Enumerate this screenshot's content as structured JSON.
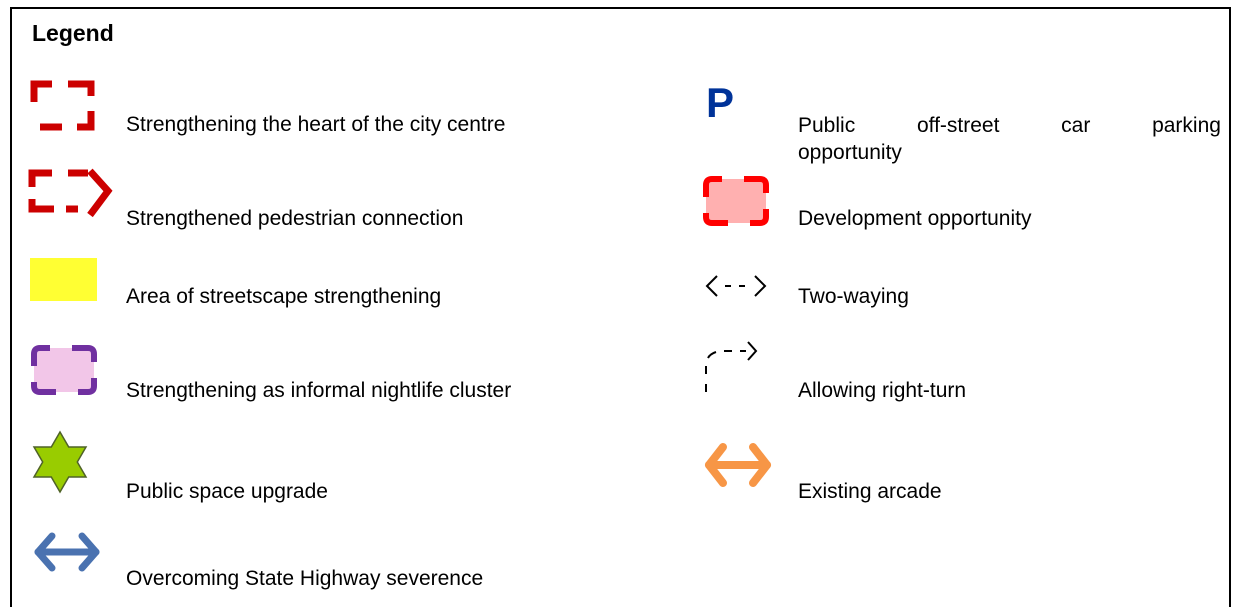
{
  "legend": {
    "title": "Legend",
    "left": [
      {
        "label": "Strengthening the heart of the city centre",
        "icon": "red-dashed-bracket-icon",
        "color": "#cc0000"
      },
      {
        "label": "Strengthened pedestrian connection",
        "icon": "red-dashed-arrow-icon",
        "color": "#cc0000"
      },
      {
        "label": "Area of streetscape strengthening",
        "icon": "yellow-square-icon",
        "color": "#ffff33"
      },
      {
        "label": "Strengthening as informal nightlife cluster",
        "icon": "purple-dashed-box-icon",
        "color": "#7030a0",
        "fill": "#f2c6e8"
      },
      {
        "label": "Public space upgrade",
        "icon": "green-star-icon",
        "color": "#99cc00"
      },
      {
        "label": "Overcoming State Highway severence",
        "icon": "blue-double-arrow-icon",
        "color": "#4a72b0"
      }
    ],
    "right": [
      {
        "label_words": [
          "Public",
          "off-street",
          "car",
          "parking"
        ],
        "label_line2": "opportunity",
        "icon": "parking-icon",
        "icon_text": "P",
        "color": "#003399"
      },
      {
        "label": "Development opportunity",
        "icon": "red-dashed-filled-box-icon",
        "color": "#ff0000",
        "fill": "#ffb0b0"
      },
      {
        "label": "Two-waying",
        "icon": "two-way-arrow-icon",
        "color": "#000000"
      },
      {
        "label": "Allowing right-turn",
        "icon": "right-turn-arrow-icon",
        "color": "#000000"
      },
      {
        "label": "Existing arcade",
        "icon": "orange-double-arrow-icon",
        "color": "#f79646"
      }
    ]
  }
}
